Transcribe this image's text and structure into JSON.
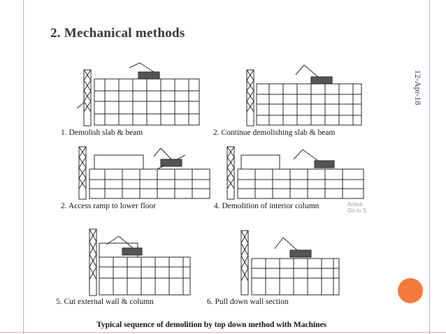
{
  "title": "2. Mechanical methods",
  "date": "12-Apr-18",
  "captions": [
    "1.   Demolish slab & beam",
    "2. Continue demolishing slab & beam",
    "2.    Access ramp to lower floor",
    "4. Demolition of interior column",
    "5.    Cut external wall & column",
    "6. Pull down wall section"
  ],
  "footer_caption": "Typical sequence of demolition by top down method with Machines",
  "watermark": [
    "Activa",
    "Go to S"
  ],
  "colors": {
    "accent_line": "#e8a7a3",
    "circle": "#f5783c"
  }
}
